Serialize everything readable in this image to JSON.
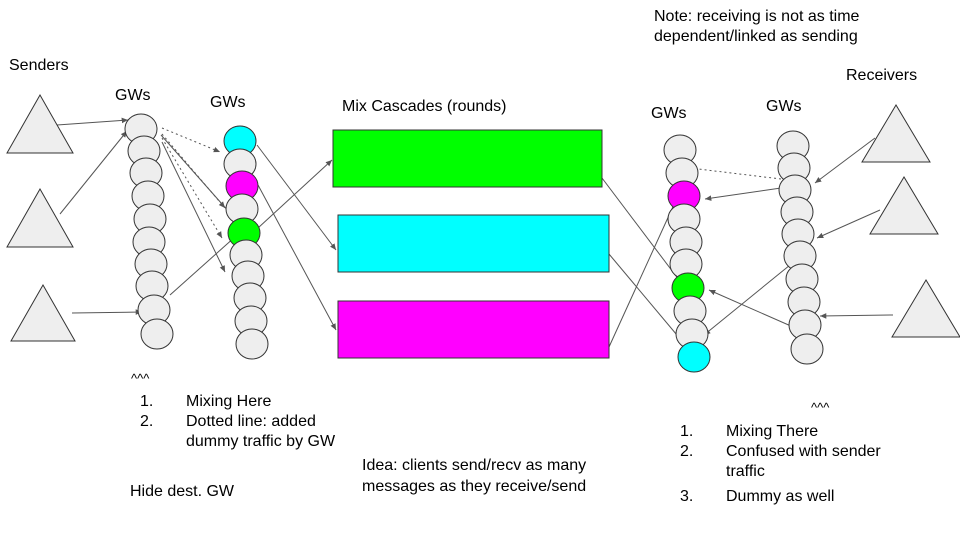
{
  "labels": {
    "senders": "Senders",
    "receivers": "Receivers",
    "gws_sender_left": "GWs",
    "gws_sender_right": "GWs",
    "gws_receiver_left": "GWs",
    "gws_receiver_right": "GWs",
    "mix_cascades": "Mix Cascades (rounds)",
    "note": "Note: receiving is not as time dependent/linked as sending",
    "carets_left": "^^^",
    "carets_right": "^^^",
    "idea": "Idea: clients send/recv as many messages as they receive/send",
    "hide_dest": "Hide dest. GW"
  },
  "left_notes": [
    {
      "num": "1.",
      "text": "Mixing Here"
    },
    {
      "num": "2.",
      "text": "Dotted line: added dummy traffic by GW"
    }
  ],
  "right_notes": [
    {
      "num": "1.",
      "text": "Mixing There"
    },
    {
      "num": "2.",
      "text": "Confused with sender traffic"
    },
    {
      "num": "3.",
      "text": "Dummy as well"
    }
  ],
  "colors": {
    "node_fill": "#eeeeee",
    "node_stroke": "#333333",
    "triangle_fill": "#eeeeee",
    "cyan": "#00ffff",
    "magenta": "#ff00ff",
    "green": "#00ff00",
    "line": "#555555"
  },
  "mix_cascades": [
    {
      "name": "cascade-green",
      "color": "#00ff00"
    },
    {
      "name": "cascade-cyan",
      "color": "#00ffff"
    },
    {
      "name": "cascade-magenta",
      "color": "#ff00ff"
    }
  ]
}
